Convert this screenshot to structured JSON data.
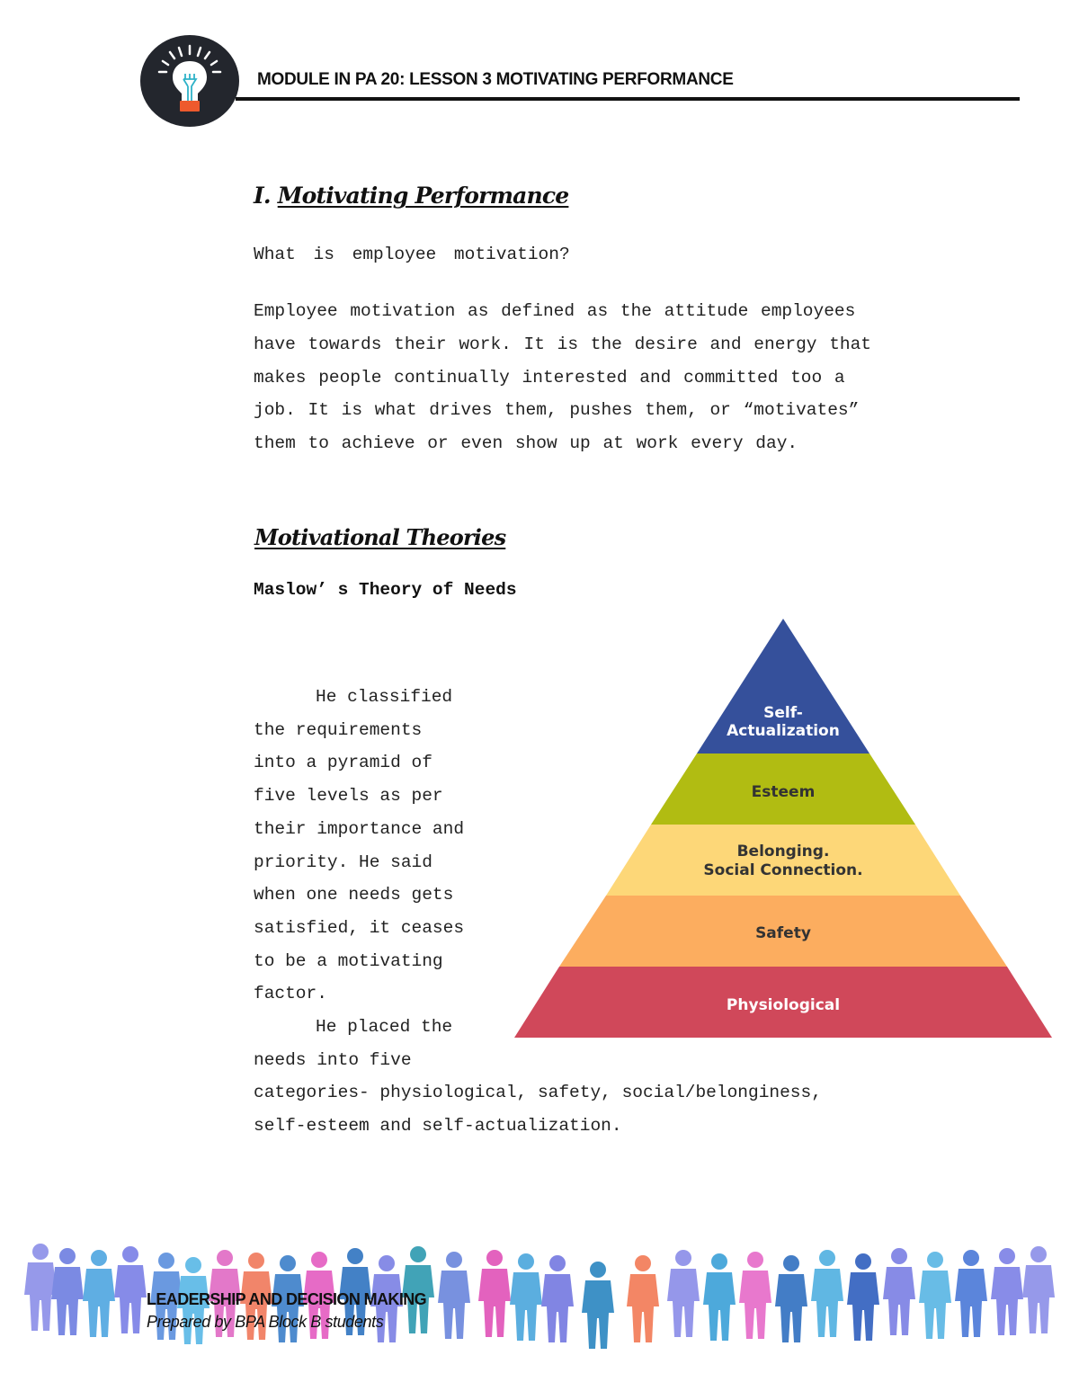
{
  "header": {
    "title": "MODULE IN PA 20: LESSON 3 MOTIVATING PERFORMANCE",
    "logo_icon": "lightbulb-icon"
  },
  "section1": {
    "number": "I.",
    "title": "Motivating Performance",
    "question": "What is employee motivation?",
    "paragraph_lines": [
      "Employee motivation as defined as the attitude employees",
      "have towards their work. It is the desire and energy that",
      "makes people continually interested and committed too a",
      "job. It is what drives them, pushes them, or “motivates”",
      "them to achieve or even show up at work every day."
    ]
  },
  "section2": {
    "title": "Motivational Theories",
    "subtitle": "Maslow’ s Theory of Needs",
    "side_lines": [
      "He classified",
      "the requirements",
      "into a pyramid of",
      "five levels as per",
      "their importance and",
      "priority. He said",
      "when one needs gets",
      "satisfied, it ceases",
      "to be a motivating",
      "factor.",
      "He placed the",
      "needs into five"
    ],
    "tail_lines": [
      "categories- physiological, safety, social/belonginess,",
      "self-esteem and self-actualization."
    ]
  },
  "pyramid": {
    "levels": [
      {
        "line1": "Self-",
        "line2": "Actualization",
        "color": "#35509b",
        "text_color": "#ffffff"
      },
      {
        "line1": "Esteem",
        "line2": "",
        "color": "#b1bc12",
        "text_color": "#333333"
      },
      {
        "line1": "Belonging.",
        "line2": "Social Connection.",
        "color": "#fdd778",
        "text_color": "#333333"
      },
      {
        "line1": "Safety",
        "line2": "",
        "color": "#fcad5f",
        "text_color": "#333333"
      },
      {
        "line1": "Physiological",
        "line2": "",
        "color": "#d0485a",
        "text_color": "#ffffff"
      }
    ]
  },
  "footer": {
    "title": "LEADERSHIP AND DECISION MAKING",
    "subtitle": "Prepared by BPA Block B students"
  }
}
